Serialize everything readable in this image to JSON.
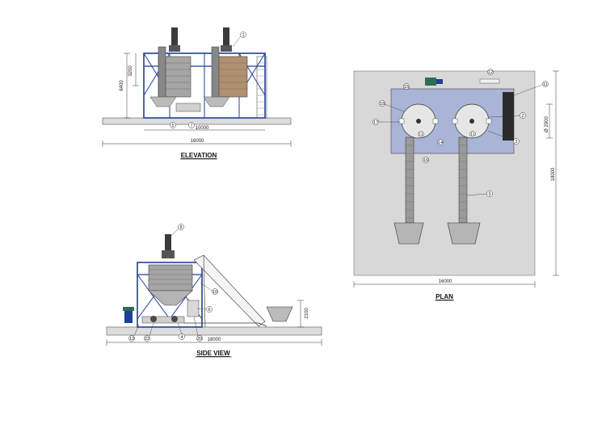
{
  "views": {
    "elevation": {
      "title": "ELEVATION",
      "dims": {
        "height_total": "6400",
        "height_upper": "3200",
        "span_inner": "10000",
        "span_total": "16000"
      },
      "balloons": {
        "b1": "1",
        "b5": "5",
        "b7": "7"
      }
    },
    "plan": {
      "title": "PLAN",
      "dims": {
        "width": "16000",
        "depth": "18000",
        "diameter": "Ø 2900"
      },
      "balloons": {
        "b11a": "11",
        "b12": "12",
        "b15": "15",
        "b18": "18",
        "b17": "17",
        "b14": "14",
        "b16": "16",
        "b11b": "11",
        "b2": "2",
        "b3": "3",
        "b9": "9",
        "b11c": "11"
      }
    },
    "side": {
      "title": "SIDE VIEW",
      "dims": {
        "length": "18000",
        "height_hopper": "2100"
      },
      "balloons": {
        "b8": "8",
        "b10": "10",
        "b6": "6",
        "b13": "13",
        "b22": "22",
        "b4": "4",
        "b20": "20"
      }
    }
  },
  "colors": {
    "frame": "#1f3f99",
    "tank": "#9a9a9a",
    "slab": "#d9d9d9",
    "plan_floor": "#d8d8d8",
    "platform": "#a9b4d6",
    "motor": "#2f6f4f"
  }
}
